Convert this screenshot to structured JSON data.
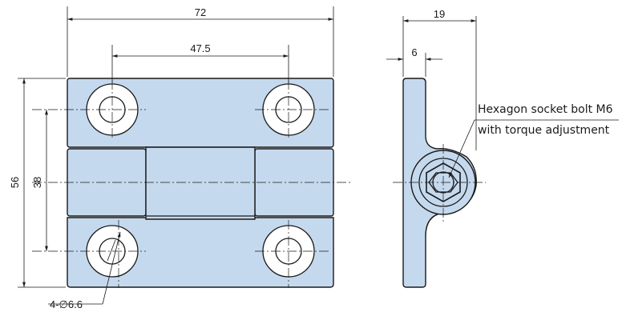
{
  "dimensions": {
    "overall_width": "72",
    "hole_spacing_x": "47.5",
    "overall_height": "56",
    "hole_spacing_y": "38",
    "hole_callout": "4-∅6.6",
    "side_width": "19",
    "side_thickness": "6"
  },
  "notes": {
    "bolt_line1": "Hexagon socket bolt M6",
    "bolt_line2": "with torque adjustment"
  },
  "colors": {
    "part_fill": "#c5d9ee",
    "line": "#1a1a1a"
  }
}
